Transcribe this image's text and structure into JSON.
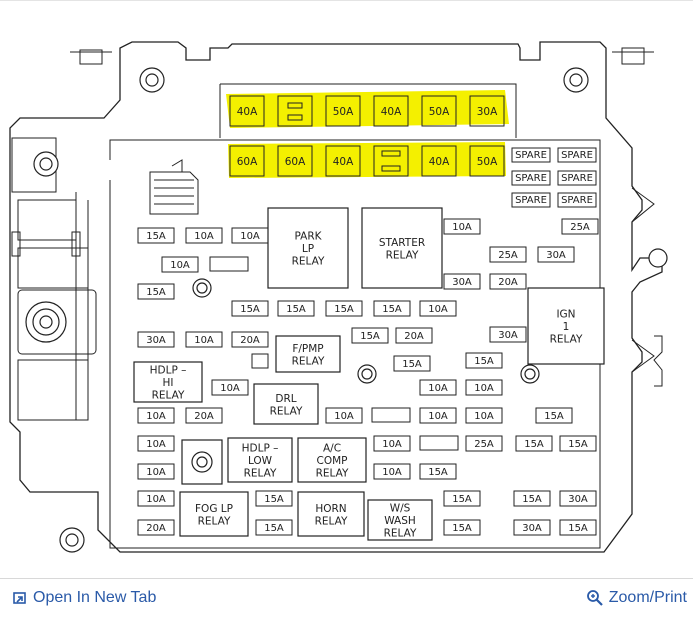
{
  "top_fuses": [
    "40A",
    "50A",
    "40A",
    "50A",
    "30A"
  ],
  "bottom_fuses": [
    "60A",
    "60A",
    "40A",
    "40A",
    "50A"
  ],
  "spare_label": "SPARE",
  "fuses": [
    {
      "label": "25A"
    },
    {
      "label": "10A"
    },
    {
      "label": "15A"
    },
    {
      "label": "10A"
    },
    {
      "label": "10A"
    },
    {
      "label": "10A"
    },
    {
      "label": "25A"
    },
    {
      "label": "30A"
    },
    {
      "label": "15A"
    },
    {
      "label": "30A"
    },
    {
      "label": "20A"
    },
    {
      "label": "15A"
    },
    {
      "label": "15A"
    },
    {
      "label": "15A"
    },
    {
      "label": "15A"
    },
    {
      "label": "10A"
    },
    {
      "label": "30A"
    },
    {
      "label": "10A"
    },
    {
      "label": "20A"
    },
    {
      "label": "15A"
    },
    {
      "label": "20A"
    },
    {
      "label": "30A"
    },
    {
      "label": "15A"
    },
    {
      "label": "15A"
    },
    {
      "label": "10A"
    },
    {
      "label": "10A"
    },
    {
      "label": "10A"
    },
    {
      "label": "20A"
    },
    {
      "label": "10A"
    },
    {
      "label": "10A"
    },
    {
      "label": "10A"
    },
    {
      "label": "15A"
    },
    {
      "label": "10A"
    },
    {
      "label": "10A"
    },
    {
      "label": "25A"
    },
    {
      "label": "15A"
    },
    {
      "label": "15A"
    },
    {
      "label": "10A"
    },
    {
      "label": "10A"
    },
    {
      "label": "10A"
    },
    {
      "label": "15A"
    },
    {
      "label": "15A"
    },
    {
      "label": "15A"
    },
    {
      "label": "30A"
    },
    {
      "label": "20A"
    },
    {
      "label": "15A"
    },
    {
      "label": "15A"
    },
    {
      "label": "30A"
    },
    {
      "label": "15A"
    }
  ],
  "relays": [
    {
      "lines": [
        "PARK",
        "LP",
        "RELAY"
      ]
    },
    {
      "lines": [
        "STARTER",
        "RELAY"
      ]
    },
    {
      "lines": [
        "IGN",
        "1",
        "RELAY"
      ]
    },
    {
      "lines": [
        "F/PMP",
        "RELAY"
      ]
    },
    {
      "lines": [
        "HDLP –",
        "HI",
        "RELAY"
      ]
    },
    {
      "lines": [
        "DRL",
        "RELAY"
      ]
    },
    {
      "lines": [
        "HDLP –",
        "LOW",
        "RELAY"
      ]
    },
    {
      "lines": [
        "A/C",
        "COMP",
        "RELAY"
      ]
    },
    {
      "lines": [
        "FOG LP",
        "RELAY"
      ]
    },
    {
      "lines": [
        "HORN",
        "RELAY"
      ]
    },
    {
      "lines": [
        "W/S",
        "WASH",
        "RELAY"
      ]
    }
  ],
  "footer": {
    "open_tab": "Open In New Tab",
    "zoom_print": "Zoom/Print"
  },
  "colors": {
    "highlight": "#f4f000",
    "link": "#2a5aa8",
    "line": "#222222"
  }
}
